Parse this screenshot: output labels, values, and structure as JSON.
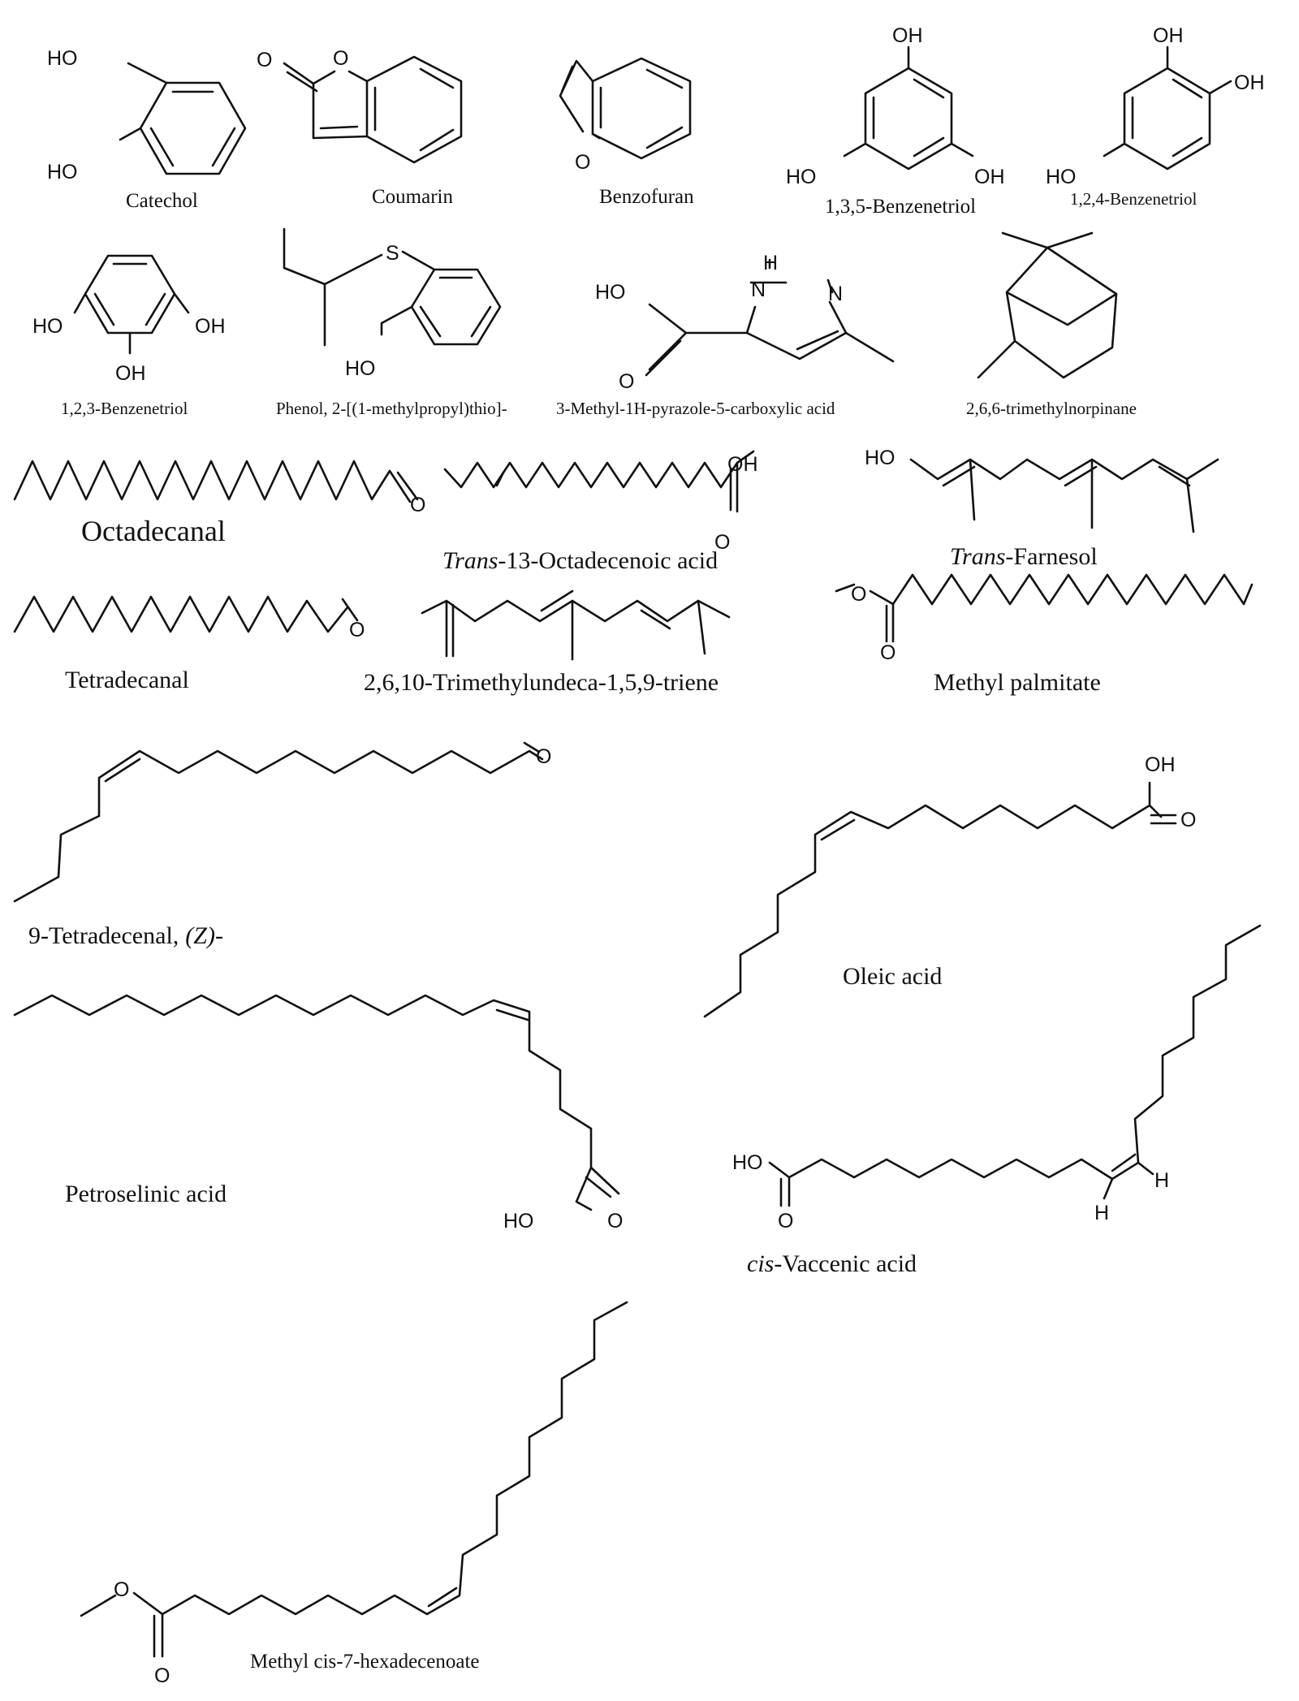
{
  "compounds": [
    {
      "id": "catechol",
      "name": "Catechol",
      "atoms": [
        "HO",
        "HO"
      ]
    },
    {
      "id": "coumarin",
      "name": "Coumarin",
      "atoms": [
        "O",
        "O"
      ]
    },
    {
      "id": "benzofuran",
      "name": "Benzofuran",
      "atoms": [
        "O"
      ]
    },
    {
      "id": "135-benzenetriol",
      "name": "1,3,5-Benzenetriol",
      "atoms": [
        "OH",
        "HO",
        "OH"
      ]
    },
    {
      "id": "124-benzenetriol",
      "name": "1,2,4-Benzenetriol",
      "atoms": [
        "OH",
        "OH",
        "HO"
      ]
    },
    {
      "id": "123-benzenetriol",
      "name": "1,2,3-Benzenetriol",
      "atoms": [
        "HO",
        "OH",
        "OH"
      ]
    },
    {
      "id": "phenol-thio",
      "name": "Phenol, 2-[(1-methylpropyl)thio]-",
      "atoms": [
        "S",
        "HO"
      ]
    },
    {
      "id": "pyrazole-acid",
      "name": "3-Methyl-1H-pyrazole-5-carboxylic acid",
      "atoms": [
        "H",
        "N",
        "N",
        "HO",
        "O"
      ]
    },
    {
      "id": "norpinane",
      "name": "2,6,6-trimethylnorpinane",
      "atoms": []
    },
    {
      "id": "octadecanal",
      "name": "Octadecanal",
      "atoms": [
        "O"
      ]
    },
    {
      "id": "trans-13-octadecenoic",
      "name_italic": "Trans",
      "name_rest": "-13-Octadecenoic acid",
      "atoms": [
        "OH",
        "O"
      ]
    },
    {
      "id": "trans-farnesol",
      "name_italic": "Trans",
      "name_rest": "-Farnesol",
      "atoms": [
        "HO"
      ]
    },
    {
      "id": "tetradecanal",
      "name": "Tetradecanal",
      "atoms": [
        "O"
      ]
    },
    {
      "id": "trimethylundecatriene",
      "name": "2,6,10-Trimethylundeca-1,5,9-triene",
      "atoms": []
    },
    {
      "id": "methyl-palmitate",
      "name": "Methyl palmitate",
      "atoms": [
        "O",
        "O"
      ]
    },
    {
      "id": "9-tetradecenal",
      "name": "9-Tetradecenal,",
      "name_italic": "(Z)-",
      "atoms": [
        "O"
      ]
    },
    {
      "id": "oleic-acid",
      "name": "Oleic acid",
      "atoms": [
        "OH",
        "O"
      ]
    },
    {
      "id": "petroselinic-acid",
      "name": "Petroselinic acid",
      "atoms": [
        "HO",
        "O"
      ]
    },
    {
      "id": "cis-vaccenic-acid",
      "name_italic": "cis",
      "name_rest": "-Vaccenic acid",
      "atoms": [
        "HO",
        "O",
        "H",
        "H"
      ]
    },
    {
      "id": "methyl-cis-7-hexadecenoate",
      "name": "Methyl cis-7-hexadecenoate",
      "atoms": [
        "O",
        "O"
      ]
    }
  ]
}
